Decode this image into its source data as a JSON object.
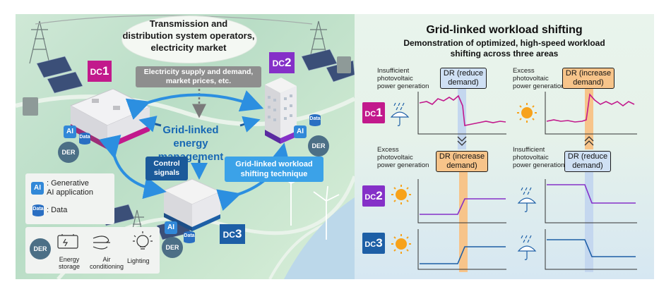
{
  "left": {
    "market_label": "Transmission and distribution system operators, electricity market",
    "market_line1": "Transmission and",
    "market_line2": "distribution system operators,",
    "market_line3": "electricity market",
    "supply_line1": "Electricity supply and demand,",
    "supply_line2": "market prices, etc.",
    "dc1_prefix": "DC",
    "dc1_num": "1",
    "dc2_prefix": "DC",
    "dc2_num": "2",
    "dc3_prefix": "DC",
    "dc3_num": "3",
    "gem_line1": "Grid-linked",
    "gem_line2": "energy management",
    "control_line1": "Control",
    "control_line2": "signals",
    "technique_line1": "Grid-linked workload",
    "technique_line2": "shifting technique",
    "ai_badge": "AI",
    "data_badge": "Data",
    "der_badge": "DER"
  },
  "legend": {
    "ai_label_line1": ": Generative",
    "ai_label_line2": "AI application",
    "data_label": ": Data",
    "der_items": [
      "Energy storage",
      "Air conditioning",
      "Lighting"
    ],
    "energy_line1": "Energy",
    "energy_line2": "storage",
    "air_line1": "Air",
    "air_line2": "conditioning",
    "lighting": "Lighting"
  },
  "right": {
    "title": "Grid-linked workload shifting",
    "subtitle_line1": "Demonstration of optimized, high-speed workload",
    "subtitle_line2": "shifting across three areas",
    "insufficient_line1": "Insufficient",
    "insufficient_line2": "photovoltaic",
    "insufficient_line3": "power generation",
    "excess_line1": "Excess",
    "excess_line2": "photovoltaic",
    "excess_line3": "power generation",
    "dr_reduce_line1": "DR (reduce",
    "dr_reduce_line2": "demand)",
    "dr_increase_line1": "DR (increase",
    "dr_increase_line2": "demand)"
  },
  "colors": {
    "dc1": "#c2198c",
    "dc2": "#8530c8",
    "dc3": "#1d5fa6",
    "arrow": "#2c8fe0",
    "dr_blue": "#cfe0f4",
    "dr_orange": "#f7c48a"
  }
}
